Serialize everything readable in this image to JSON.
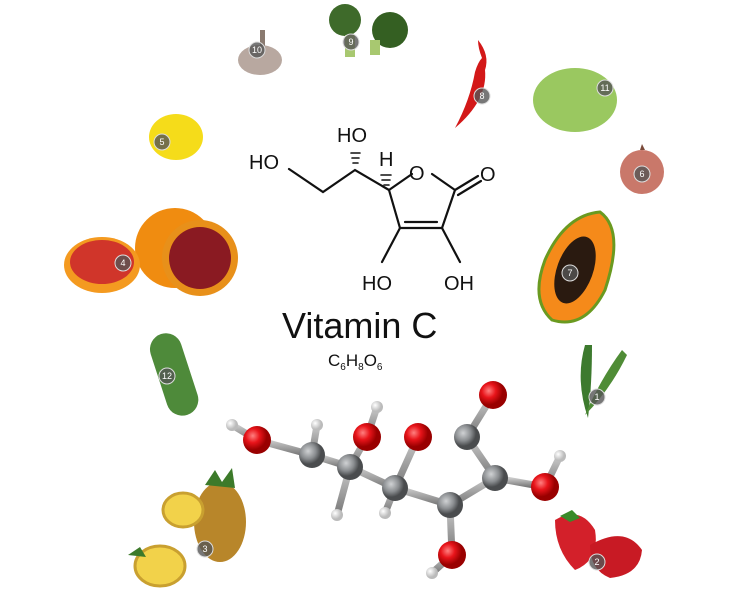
{
  "structure": {
    "labels": {
      "ho_chain": "HO",
      "ho_top": "HO",
      "h": "H",
      "o_ring": "O",
      "o_carbonyl": "O",
      "ho_left": "HO",
      "oh_right": "OH"
    }
  },
  "title": "Vitamin C",
  "formula": {
    "c": "C",
    "c_n": "6",
    "h": "H",
    "h_n": "8",
    "o": "O",
    "o_n": "6"
  },
  "foods": [
    {
      "number": "1",
      "name": "green-beans"
    },
    {
      "number": "2",
      "name": "strawberry"
    },
    {
      "number": "3",
      "name": "pineapple"
    },
    {
      "number": "4",
      "name": "blood-orange"
    },
    {
      "number": "5",
      "name": "lemon"
    },
    {
      "number": "6",
      "name": "onion"
    },
    {
      "number": "7",
      "name": "papaya"
    },
    {
      "number": "8",
      "name": "chili-pepper"
    },
    {
      "number": "9",
      "name": "broccoli"
    },
    {
      "number": "10",
      "name": "garlic"
    },
    {
      "number": "11",
      "name": "cabbage"
    },
    {
      "number": "12",
      "name": "zucchini"
    }
  ],
  "colors": {
    "oxygen": "#e8141a",
    "carbon": "#8a8d90",
    "hydrogen": "#f0f0f0"
  }
}
